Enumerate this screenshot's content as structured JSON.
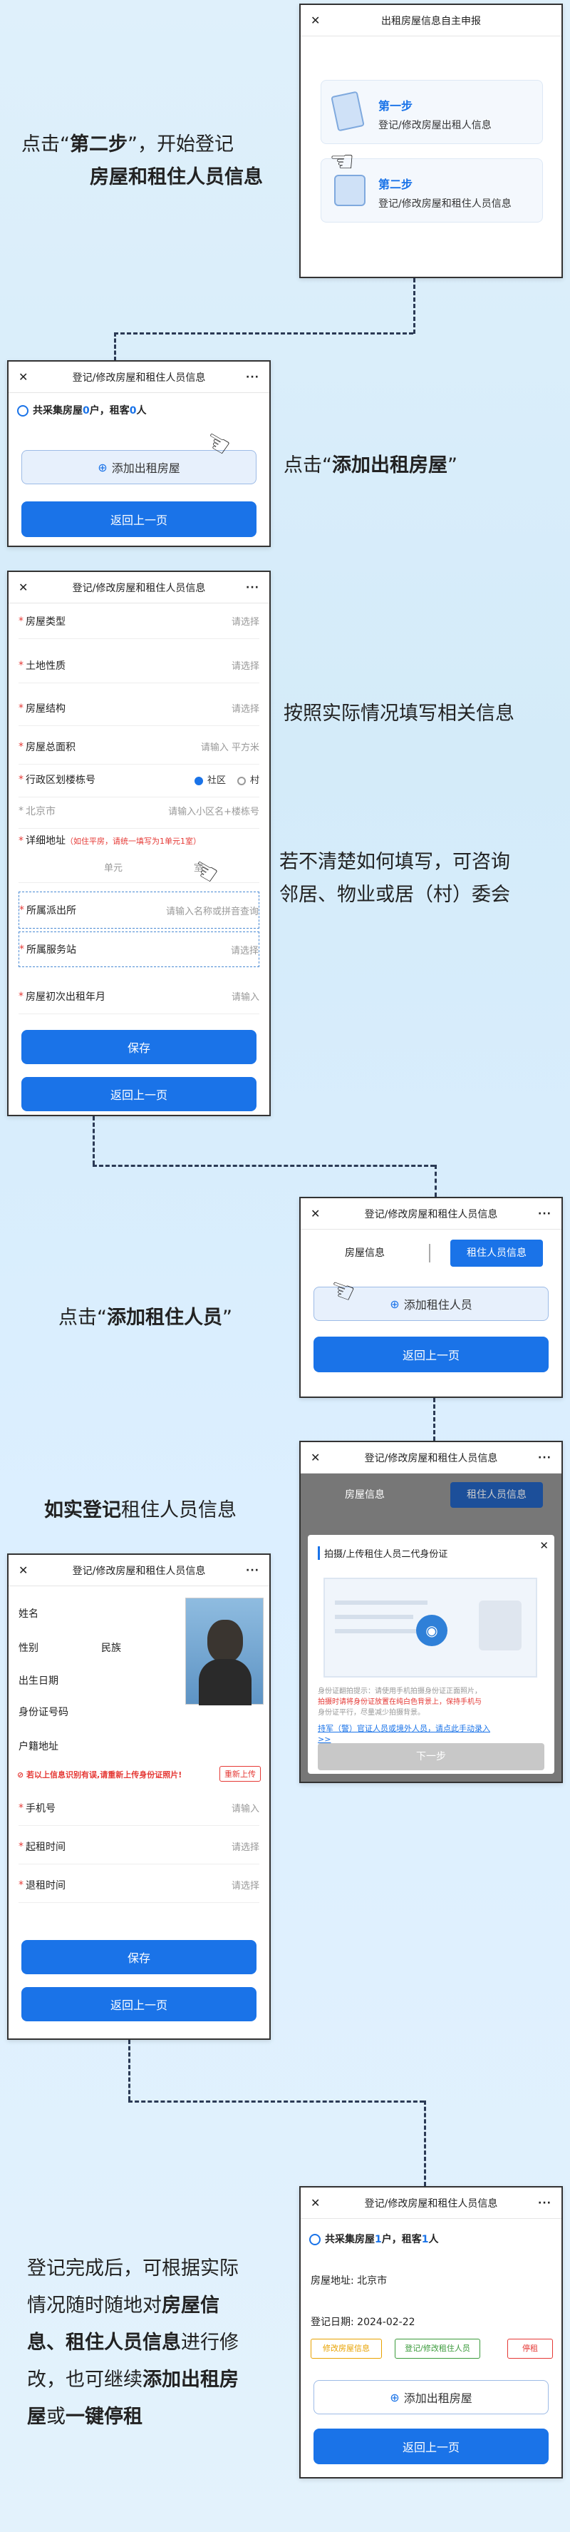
{
  "captions": {
    "c1a": "点击“",
    "c1b": "第二步",
    "c1c": "”，开始登记",
    "c1d": "房屋和租住人员信息",
    "c2a": "点击“",
    "c2b": "添加出租房屋",
    "c2c": "”",
    "c3": "按照实际情况填写相关信息",
    "c4a": "若不清楚如何填写，可咨询",
    "c4b": "邻居、物业或居（村）委会",
    "c5a": "点击“",
    "c5b": "添加租住人员",
    "c5c": "”",
    "c6a": "如实登记",
    "c6b": "租住人员信息",
    "c7": [
      "登记完成后，可根据实际",
      "情况随时随地对",
      "房屋信",
      "息、租住人员信息",
      "进行修",
      "改，也可继续",
      "添加出租房",
      "屋",
      "或",
      "一键停租"
    ]
  },
  "screen1": {
    "title": "出租房屋信息自主申报",
    "step1": "第一步",
    "step1_desc": "登记/修改房屋出租人信息",
    "step2": "第二步",
    "step2_desc": "登记/修改房屋和租住人员信息"
  },
  "screen2": {
    "title": "登记/修改房屋和租住人员信息",
    "summary_a": "共采集房屋",
    "summary_n1": "0",
    "summary_b": "户，租客",
    "summary_n2": "0",
    "summary_c": "人",
    "add_house": "添加出租房屋",
    "back": "返回上一页"
  },
  "screen3": {
    "title": "登记/修改房屋和租住人员信息",
    "fields": [
      {
        "label": "房屋类型",
        "value": "请选择"
      },
      {
        "label": "土地性质",
        "value": "请选择"
      },
      {
        "label": "房屋结构",
        "value": "请选择"
      },
      {
        "label": "房屋总面积",
        "value": "请输入  平方米"
      }
    ],
    "district_label": "行政区划楼栋号",
    "radio1": "社区",
    "radio2": "村",
    "city": "北京市",
    "city_placeholder": "请输入小区名+楼栋号",
    "address_label": "详细地址",
    "address_hint": "（如住平房，请统一填写为1单元1室）",
    "unit": "单元",
    "room": "室",
    "police_label": "所属派出所",
    "police_value": "请输入名称或拼音查询",
    "service_label": "所属服务站",
    "service_value": "请选择",
    "year_label": "房屋初次出租年月",
    "year_value": "请输入",
    "save": "保存",
    "back": "返回上一页"
  },
  "screen4": {
    "title": "登记/修改房屋和租住人员信息",
    "tab1": "房屋信息",
    "tab2": "租住人员信息",
    "add_person": "添加租住人员",
    "back": "返回上一页"
  },
  "screen5": {
    "title": "登记/修改房屋和租住人员信息",
    "tab1": "房屋信息",
    "tab2": "租住人员信息",
    "modal_title": "拍摄/上传租住人员二代身份证",
    "tip1": "身份证翻拍提示：请使用手机拍摄身份证正面照片，",
    "tip2": "拍摄时请将身份证放置在纯白色背景上，保持手机与",
    "tip3": "身份证平行，尽量减少拍摄背景。",
    "link1": "持军（警）官证人员或境外人员，请点此手动录入",
    "link2": ">>",
    "next": "下一步"
  },
  "screen6": {
    "title": "登记/修改房屋和租住人员信息",
    "name_label": "姓名",
    "gender_label": "性别",
    "ethnic_label": "民族",
    "birth_label": "出生日期",
    "id_label": "身份证号码",
    "addr_label": "户籍地址",
    "warn": "若以上信息识别有误,请重新上传身份证照片!",
    "reupload": "重新上传",
    "phone_label": "手机号",
    "phone_value": "请输入",
    "start_label": "起租时间",
    "start_value": "请选择",
    "end_label": "退租时间",
    "end_value": "请选择",
    "save": "保存",
    "back": "返回上一页"
  },
  "screen7": {
    "title": "登记/修改房屋和租住人员信息",
    "summary_a": "共采集房屋",
    "summary_n1": "1",
    "summary_b": "户，租客",
    "summary_n2": "1",
    "summary_c": "人",
    "addr_label": "房屋地址:",
    "addr_value": "北京市",
    "date_label": "登记日期:",
    "date_value": "2024-02-22",
    "btn_edit": "修改房屋信息",
    "btn_person": "登记/修改租住人员",
    "btn_stop": "停租",
    "add_house": "添加出租房屋",
    "back": "返回上一页"
  },
  "colors": {
    "primary": "#1a73e8",
    "warn": "#e53935",
    "orange": "#e8a200",
    "green": "#3a9a3a"
  }
}
